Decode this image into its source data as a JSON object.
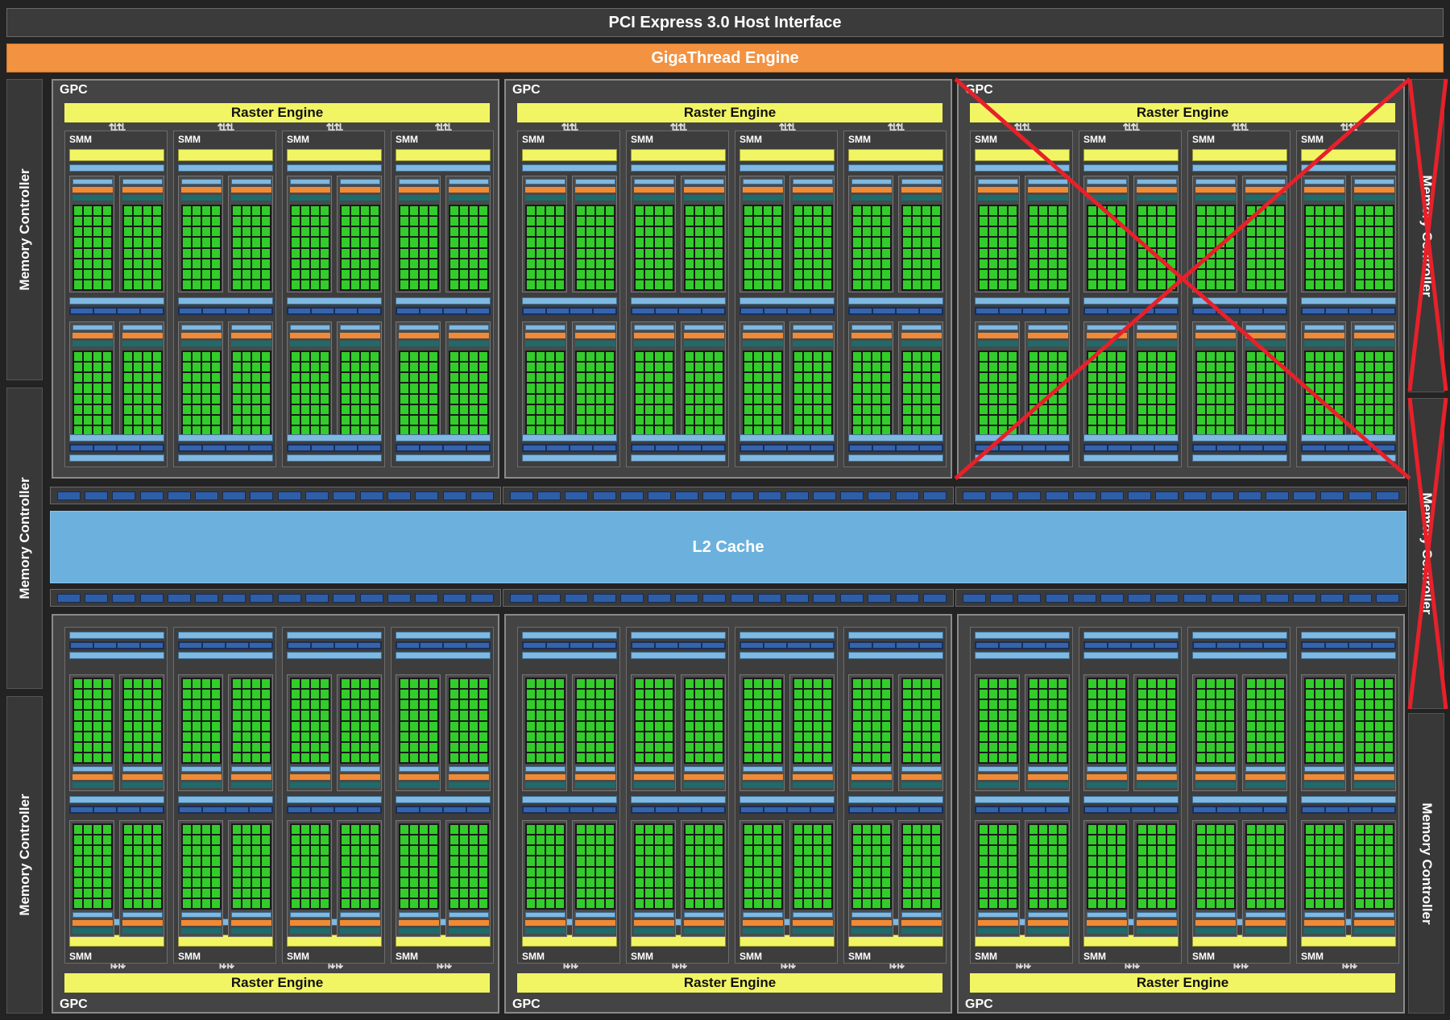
{
  "host_interface": {
    "label": "PCI Express 3.0 Host Interface"
  },
  "scheduler": {
    "label": "GigaThread Engine"
  },
  "l2_cache": {
    "label": "L2 Cache"
  },
  "memory_controllers": [
    {
      "label": "Memory Controller",
      "side": "left"
    },
    {
      "label": "Memory Controller",
      "side": "left"
    },
    {
      "label": "Memory Controller",
      "side": "left"
    },
    {
      "label": "Memory Controller",
      "side": "right"
    },
    {
      "label": "Memory Controller",
      "side": "right"
    },
    {
      "label": "Memory Controller",
      "side": "right"
    }
  ],
  "gpcs": [
    {
      "label": "GPC",
      "raster_label": "Raster Engine",
      "row": "top",
      "crossed_out": false,
      "smm_labels": [
        "SMM",
        "SMM",
        "SMM",
        "SMM"
      ]
    },
    {
      "label": "GPC",
      "raster_label": "Raster Engine",
      "row": "top",
      "crossed_out": false,
      "smm_labels": [
        "SMM",
        "SMM",
        "SMM",
        "SMM"
      ]
    },
    {
      "label": "GPC",
      "raster_label": "Raster Engine",
      "row": "top",
      "crossed_out": true,
      "smm_labels": [
        "SMM",
        "SMM",
        "SMM",
        "SMM"
      ]
    },
    {
      "label": "GPC",
      "raster_label": "Raster Engine",
      "row": "bottom",
      "crossed_out": false,
      "smm_labels": [
        "SMM",
        "SMM",
        "SMM",
        "SMM"
      ]
    },
    {
      "label": "GPC",
      "raster_label": "Raster Engine",
      "row": "bottom",
      "crossed_out": false,
      "smm_labels": [
        "SMM",
        "SMM",
        "SMM",
        "SMM"
      ]
    },
    {
      "label": "GPC",
      "raster_label": "Raster Engine",
      "row": "bottom",
      "crossed_out": false,
      "smm_labels": [
        "SMM",
        "SMM",
        "SMM",
        "SMM"
      ]
    }
  ],
  "colors": {
    "background": "#232323",
    "giga_thread": "#f39240",
    "raster_engine": "#f1f564",
    "l2_cache": "#6cb1dd",
    "cuda_core": "#32cd2a",
    "crossbar_tile": "#2e5ea7",
    "disabled_mark": "#e8202a"
  }
}
